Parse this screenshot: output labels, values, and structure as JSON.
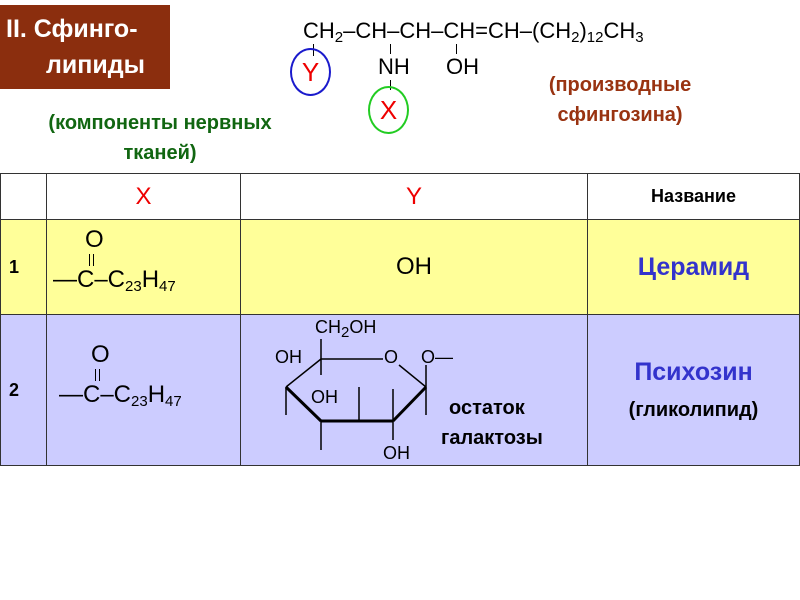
{
  "title": {
    "line1": "II. Сфинго-",
    "line2": "липиды"
  },
  "subtitle_left": {
    "line1": "(компоненты нервных",
    "line2": "тканей)"
  },
  "subtitle_right": {
    "line1": "(производные",
    "line2": "сфингозина)"
  },
  "sphingosine": {
    "main_chain": "CH2–CH–CH–CH=CH–(CH2)12CH3",
    "nh": "NH",
    "oh": "OH",
    "y_label": "Y",
    "x_label": "X"
  },
  "table": {
    "headers": [
      "",
      "X",
      "Y",
      "Название"
    ],
    "rows": [
      {
        "num": "1",
        "x_top": "O",
        "x_formula": "—C–C23H47",
        "y": "OH",
        "name": "Церамид",
        "note": ""
      },
      {
        "num": "2",
        "x_top": "O",
        "x_formula": "—C–C23H47",
        "y_labels": {
          "ch2oh": "CH2OH",
          "oh1": "OH",
          "ring_o": "O",
          "o_link": "O—",
          "oh2": "OH",
          "oh3": "OH"
        },
        "y_note1": "остаток",
        "y_note2": "галактозы",
        "name": "Психозин",
        "note": "(гликолипид)"
      }
    ]
  },
  "colors": {
    "title_bg": "#8b2e0e",
    "green": "#116611",
    "brown": "#993311",
    "blue": "#3333cc",
    "yellow": "#ffff99",
    "lavender": "#ccccff"
  }
}
